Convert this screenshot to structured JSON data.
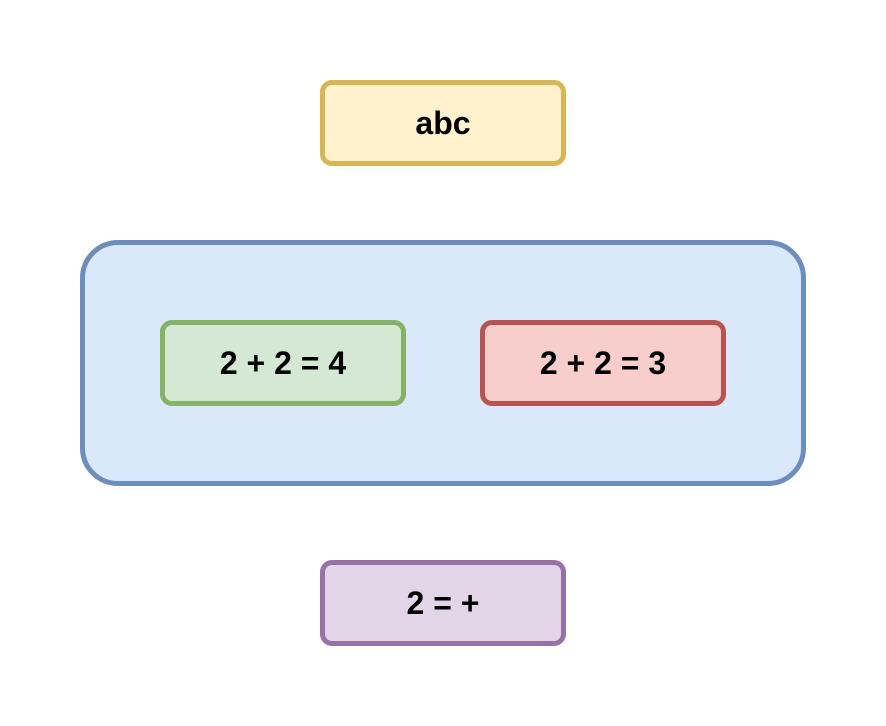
{
  "nodes": {
    "top": {
      "label": "abc",
      "fill": "#fff2cc",
      "stroke": "#d6b656"
    },
    "container": {
      "fill": "#dae8fc",
      "stroke": "#6c8ebf"
    },
    "green": {
      "label": "2 + 2 = 4",
      "fill": "#d5e8d4",
      "stroke": "#82b366"
    },
    "red": {
      "label": "2 + 2 = 3",
      "fill": "#f8cecc",
      "stroke": "#b85450"
    },
    "bottom": {
      "label": "2 = +",
      "fill": "#e1d5e7",
      "stroke": "#9673a6"
    }
  }
}
